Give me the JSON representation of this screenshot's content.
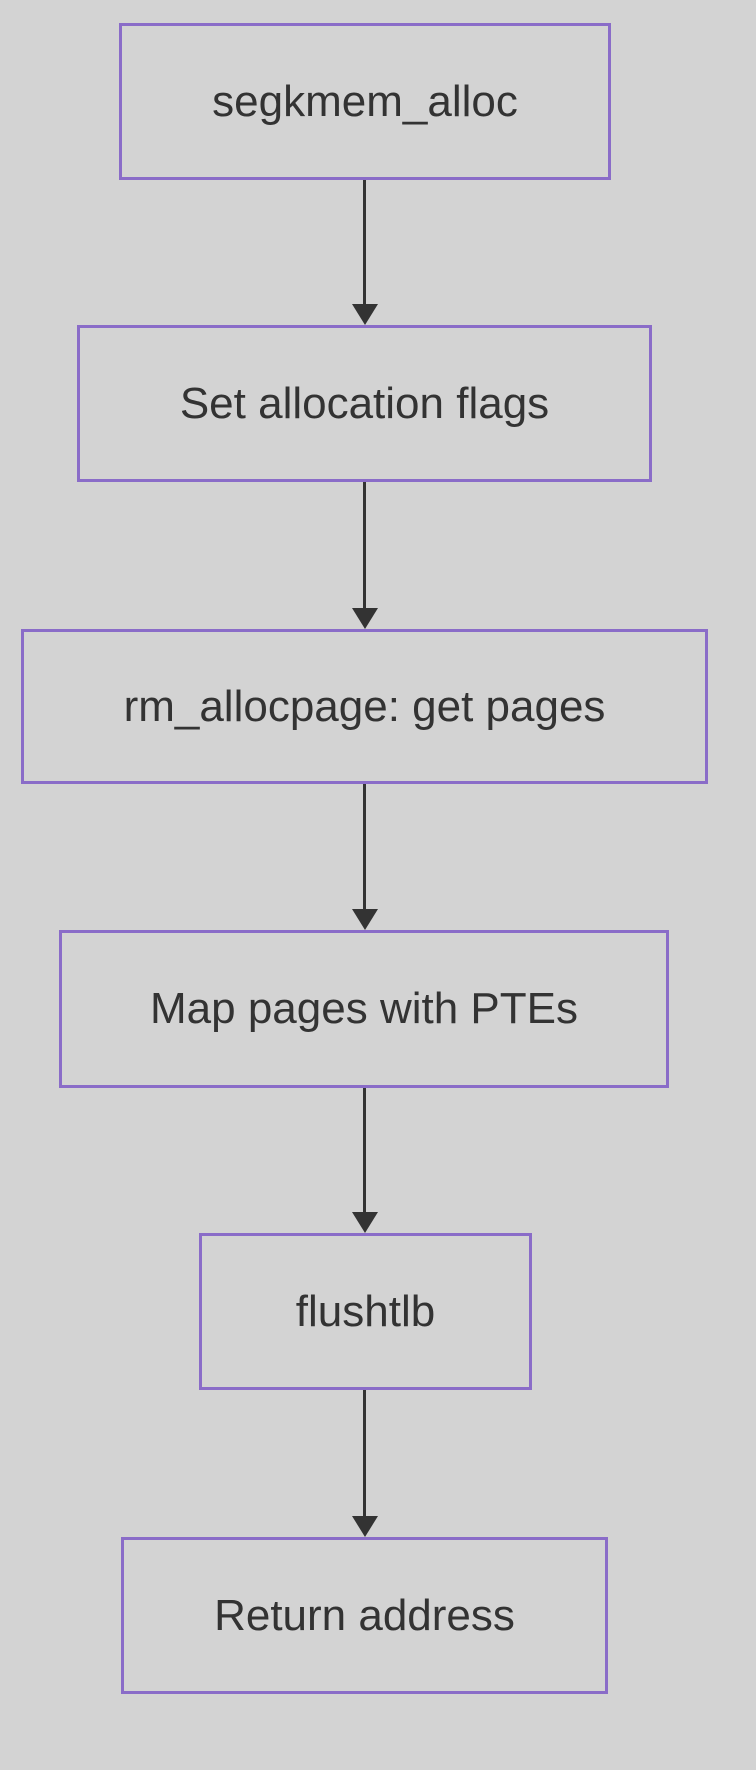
{
  "diagram": {
    "type": "flowchart",
    "direction": "top-down",
    "nodes": [
      {
        "id": "n1",
        "label": "segkmem_alloc"
      },
      {
        "id": "n2",
        "label": "Set allocation flags"
      },
      {
        "id": "n3",
        "label": "rm_allocpage: get pages"
      },
      {
        "id": "n4",
        "label": "Map pages with PTEs"
      },
      {
        "id": "n5",
        "label": "flushtlb"
      },
      {
        "id": "n6",
        "label": "Return address"
      }
    ],
    "edges": [
      {
        "from": "n1",
        "to": "n2"
      },
      {
        "from": "n2",
        "to": "n3"
      },
      {
        "from": "n3",
        "to": "n4"
      },
      {
        "from": "n4",
        "to": "n5"
      },
      {
        "from": "n5",
        "to": "n6"
      }
    ],
    "colors": {
      "background": "#d3d3d3",
      "node_fill": "#d3d3d3",
      "node_border": "#8a6cc8",
      "text": "#333333",
      "arrow": "#333333"
    }
  }
}
